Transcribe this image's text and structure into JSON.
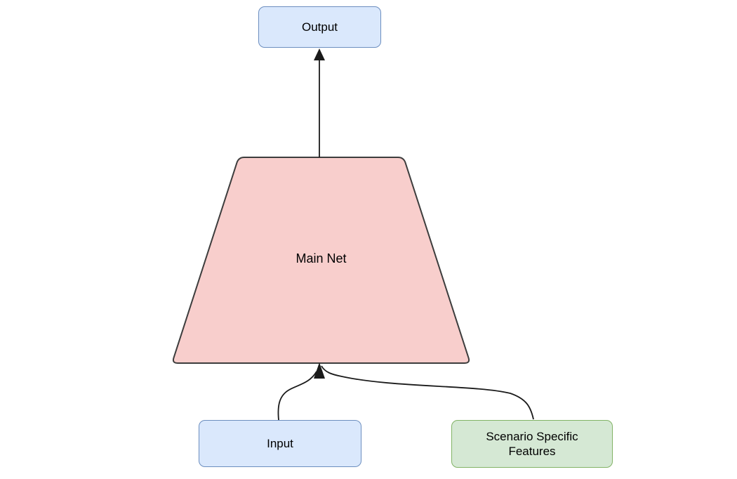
{
  "nodes": {
    "output": {
      "label": "Output",
      "fill": "#dae8fc",
      "border": "#6c8ebf"
    },
    "main_net": {
      "label": "Main Net",
      "fill": "#f8cecc",
      "border": "#3d3d3d"
    },
    "input": {
      "label": "Input",
      "fill": "#dae8fc",
      "border": "#6c8ebf"
    },
    "scenario_features": {
      "label": "Scenario Specific Features",
      "fill": "#d5e8d4",
      "border": "#82b366"
    }
  },
  "edges": {
    "color": "#1a1a1a",
    "main_net_to_output": {
      "from": "main_net",
      "to": "output"
    },
    "input_to_main_net": {
      "from": "input",
      "to": "main_net"
    },
    "scenario_features_to_main_net": {
      "from": "scenario_features",
      "to": "main_net"
    }
  }
}
